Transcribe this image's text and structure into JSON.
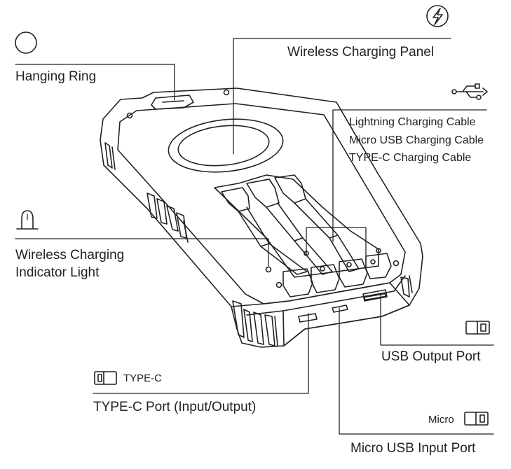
{
  "labels": {
    "hanging_ring": "Hanging Ring",
    "wireless_panel": "Wireless Charging Panel",
    "cable_lightning": "Lightning Charging Cable",
    "cable_micro": "Micro USB Charging Cable",
    "cable_typec": "TYPE-C Charging Cable",
    "indicator_line1": "Wireless Charging",
    "indicator_line2": "Indicator Light",
    "usb_output": "USB Output Port",
    "typec_tag": "TYPE-C",
    "typec_port": "TYPE-C Port (Input/Output)",
    "micro_tag": "Micro",
    "micro_port": "Micro USB Input Port"
  },
  "icons": {
    "hanging_ring": "circle-icon",
    "wireless_panel": "lightning-bolt-icon",
    "cables": "usb-trident-icon",
    "indicator": "indicator-lamp-icon",
    "usb_output": "usb-a-port-icon",
    "typec": "type-c-port-icon",
    "micro": "micro-usb-port-icon"
  },
  "colors": {
    "line": "#222222",
    "background": "#ffffff"
  }
}
